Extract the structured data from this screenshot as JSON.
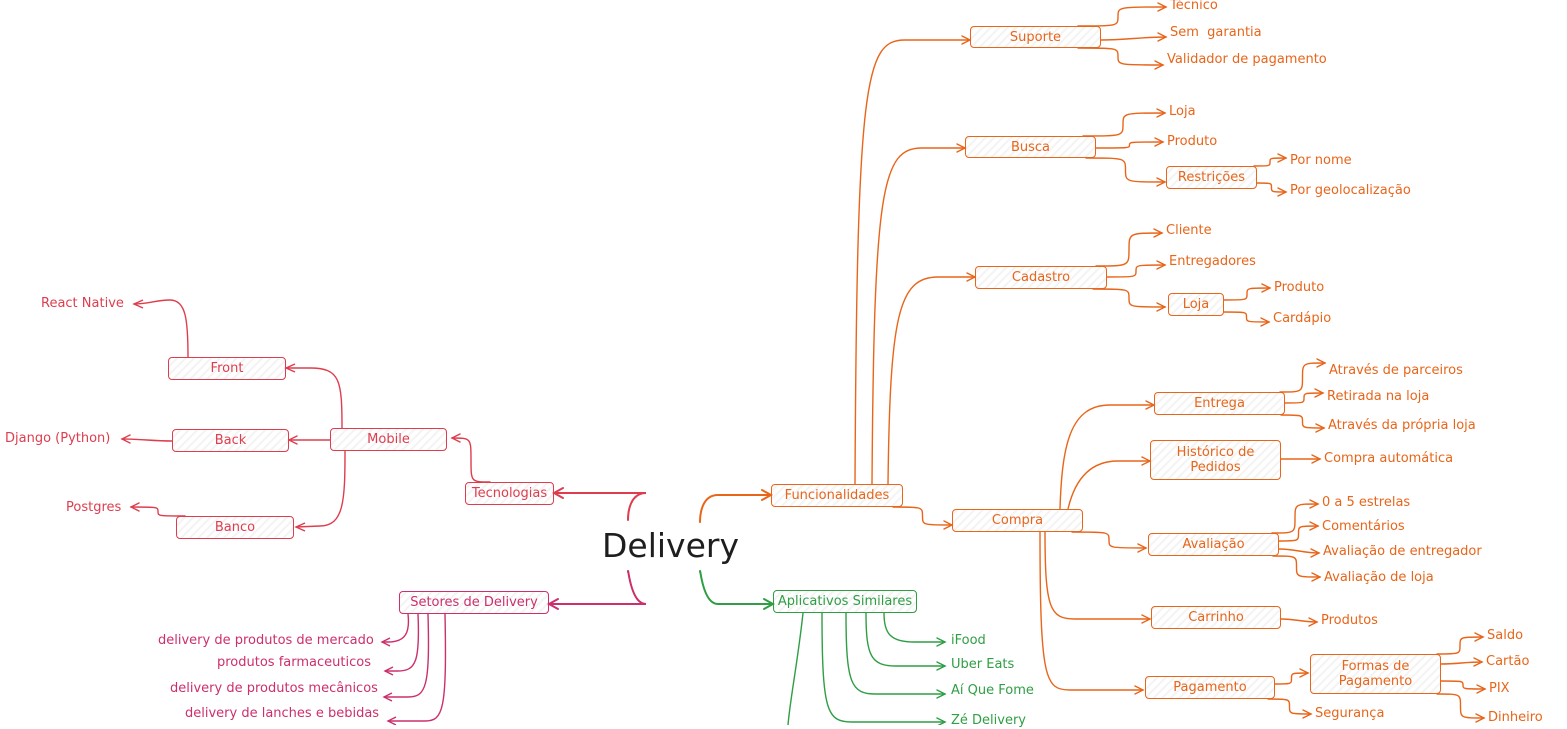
{
  "center": "Delivery",
  "colors": {
    "orange": "#e8651a",
    "red": "#de3d4e",
    "magenta": "#cc2f6c",
    "green": "#2f9e44"
  },
  "funcionalidades": {
    "label": "Funcionalidades",
    "suporte": {
      "label": "Suporte",
      "items": [
        "Técnico",
        "Sem  garantia",
        "Validador de pagamento"
      ]
    },
    "busca": {
      "label": "Busca",
      "loja": "Loja",
      "produto": "Produto",
      "restricoes": {
        "label": "Restrições",
        "items": [
          "Por nome",
          "Por geolocalização"
        ]
      }
    },
    "cadastro": {
      "label": "Cadastro",
      "cliente": "Cliente",
      "entregadores": "Entregadores",
      "loja": {
        "label": "Loja",
        "items": [
          "Produto",
          "Cardápio"
        ]
      }
    },
    "compra": {
      "label": "Compra",
      "entrega": {
        "label": "Entrega",
        "items": [
          "Através de parceiros",
          "Retirada na loja",
          "Através da própria loja"
        ]
      },
      "historico": {
        "label": "Histórico de Pedidos",
        "items": [
          "Compra automática"
        ]
      },
      "avaliacao": {
        "label": "Avaliação",
        "items": [
          "0 a 5 estrelas",
          "Comentários",
          "Avaliação de entregador",
          "Avaliação de loja"
        ]
      },
      "carrinho": {
        "label": "Carrinho",
        "items": [
          "Produtos"
        ]
      },
      "pagamento": {
        "label": "Pagamento",
        "seguranca": "Segurança",
        "formas": {
          "label": "Formas de Pagamento",
          "items": [
            "Saldo",
            "Cartão",
            "PIX",
            "Dinheiro"
          ]
        }
      }
    }
  },
  "aplicativos": {
    "label": "Aplicativos Similares",
    "items": [
      "iFood",
      "Uber Eats",
      "Aí Que Fome",
      "Zé Delivery"
    ]
  },
  "tecnologias": {
    "label": "Tecnologias",
    "mobile": {
      "label": "Mobile",
      "front": {
        "label": "Front",
        "item": "React Native"
      },
      "back": {
        "label": "Back",
        "item": "Django (Python)"
      },
      "banco": {
        "label": "Banco",
        "item": "Postgres"
      }
    }
  },
  "setores": {
    "label": "Setores de Delivery",
    "items": [
      "delivery de produtos de mercado",
      "produtos farmaceuticos",
      "delivery de produtos mecânicos",
      "delivery de lanches e bebidas"
    ]
  }
}
